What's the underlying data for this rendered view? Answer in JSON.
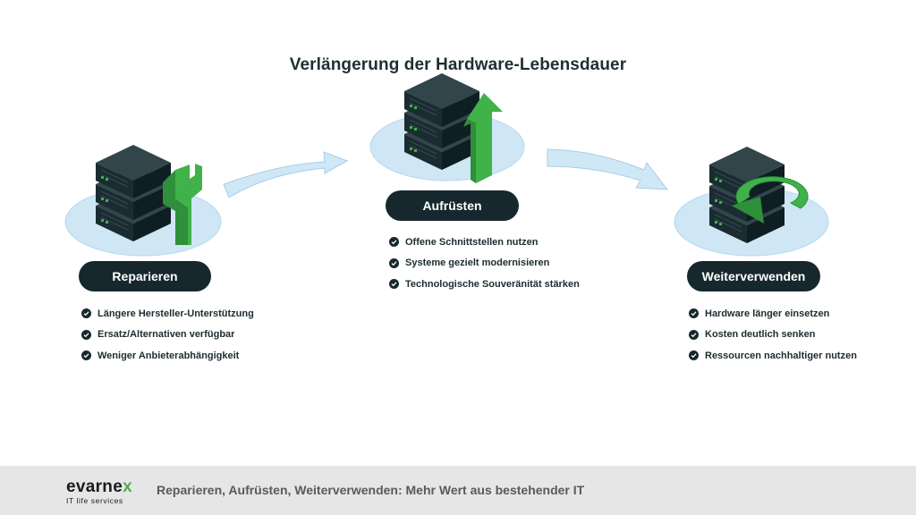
{
  "title": "Verlängerung der Hardware-Lebensdauer",
  "colors": {
    "dark": "#16282d",
    "accent_green": "#3fb24a",
    "platform": "#cfe6f5",
    "arrow": "#cfe8f6"
  },
  "stages": [
    {
      "label": "Reparieren",
      "icon": "wrench-icon",
      "items": [
        "Längere Hersteller-Unterstützung",
        "Ersatz/Alternativen verfügbar",
        "Weniger Anbieterabhängigkeit"
      ]
    },
    {
      "label": "Aufrüsten",
      "icon": "arrow-up-icon",
      "items": [
        "Offene Schnittstellen nutzen",
        "Systeme gezielt modernisieren",
        "Technologische Souveränität stärken"
      ]
    },
    {
      "label": "Weiterverwenden",
      "icon": "reuse-arrow-icon",
      "items": [
        "Hardware länger einsetzen",
        "Kosten deutlich senken",
        "Ressourcen nachhaltiger nutzen"
      ]
    }
  ],
  "footer": {
    "logo_main": "evarne",
    "logo_x": "x",
    "logo_sub": "IT life services",
    "tagline": "Reparieren, Aufrüsten, Weiterverwenden: Mehr Wert aus bestehender IT"
  }
}
